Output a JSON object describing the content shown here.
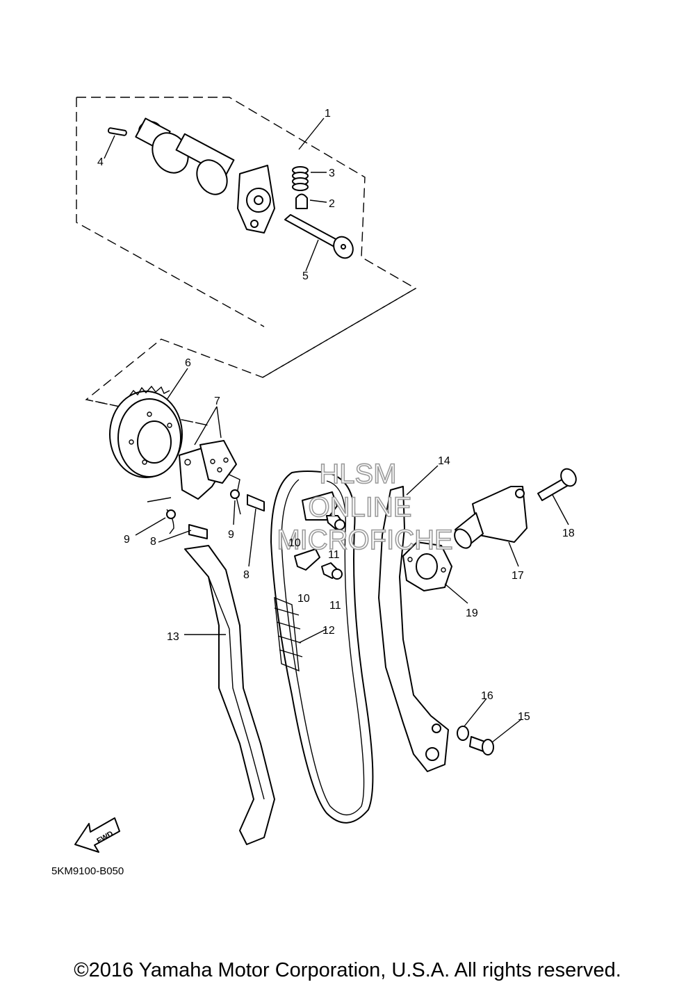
{
  "callouts": [
    "1",
    "2",
    "3",
    "4",
    "5",
    "6",
    "7",
    "8",
    "8",
    "9",
    "9",
    "10",
    "10",
    "11",
    "11",
    "12",
    "13",
    "14",
    "15",
    "16",
    "17",
    "18",
    "19"
  ],
  "watermark": {
    "line1": "HLSM",
    "line2": "ONLINE",
    "line3": "MICROFICHE"
  },
  "fwd_arrow_label": "FWD",
  "diagram_code": "5KM9100-B050",
  "copyright": "©2016 Yamaha Motor Corporation, U.S.A. All rights reserved."
}
